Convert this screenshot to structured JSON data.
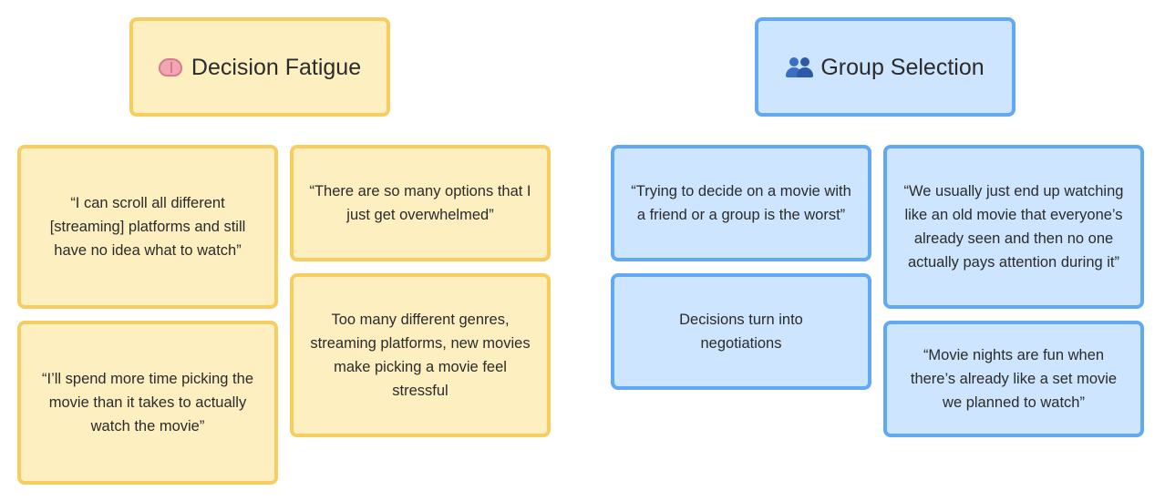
{
  "groups": [
    {
      "title": "Decision Fatigue",
      "icon": "brain-icon",
      "color": "#f6cd5e",
      "fill": "#fdefc0",
      "notes": [
        "“I can scroll all different [streaming] platforms and still have no idea what to watch”",
        "“There are so many options that I just get overwhelmed”",
        "“I’ll spend more time picking the movie than it takes to actually watch the movie”",
        "Too many different genres, streaming platforms, new movies make picking a movie feel stressful"
      ]
    },
    {
      "title": "Group Selection",
      "icon": "people-icon",
      "color": "#62a9f5",
      "fill": "#cde5fe",
      "notes": [
        "“Trying to decide on a movie with a friend or a group is the worst”",
        "“We usually just end up watching like an old movie that everyone’s already seen and then no one actually pays attention during it”",
        "Decisions turn into negotiations",
        "“Movie nights are fun when there’s already like a set movie we planned to watch”"
      ]
    }
  ]
}
